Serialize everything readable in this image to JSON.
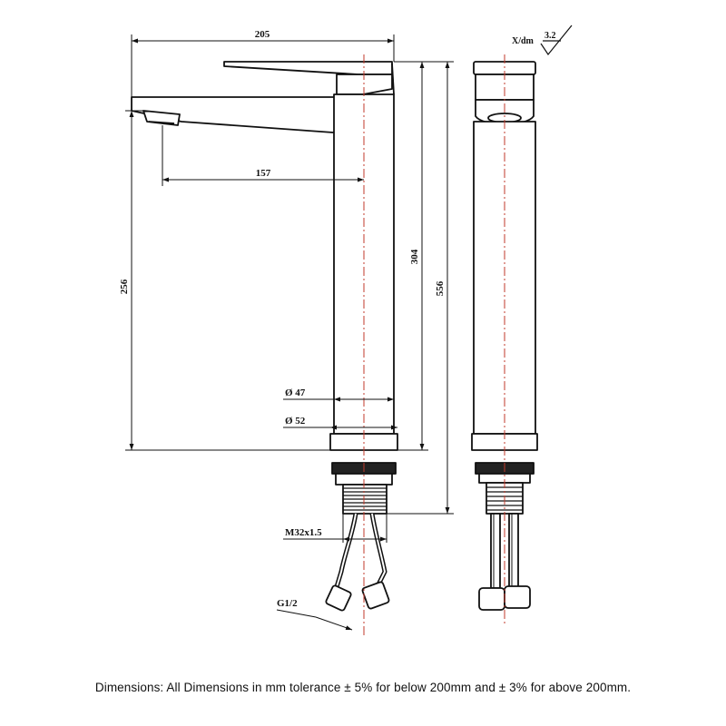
{
  "dimensions": {
    "overall_width": "205",
    "spout_reach": "157",
    "spout_height": "256",
    "body_height": "304",
    "total_height": "556",
    "upper_diameter": "Ø 47",
    "base_diameter": "Ø 52",
    "mount_thread": "M32x1.5",
    "hose_thread": "G1/2"
  },
  "surface_finish": {
    "symbol_text": "X/dm",
    "value": "3.2"
  },
  "caption": "Dimensions: All Dimensions in mm tolerance ± 5% for below 200mm and ± 3% for above 200mm."
}
